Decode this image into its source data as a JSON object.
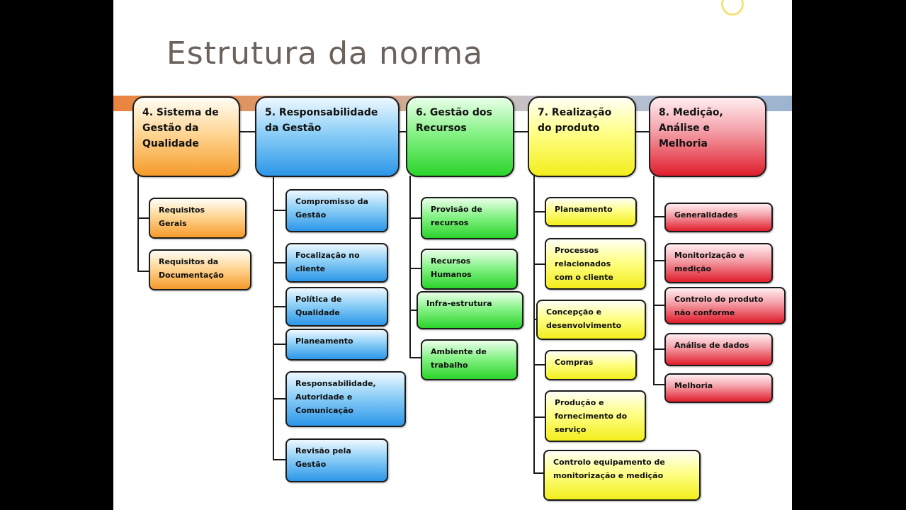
{
  "slide": {
    "title": "Estrutura da norma"
  },
  "columns": [
    {
      "header": "4. Sistema de\nGestão da\nQualidade",
      "items": [
        "Requisitos\nGerais",
        "Requisitos da\nDocumentação"
      ]
    },
    {
      "header": "5. Responsabilidade\nda Gestão",
      "items": [
        "Compromisso da\nGestão",
        "Focalização  no\ncliente",
        "Política de\nQualidade",
        "Planeamento",
        "Responsabilidade,\nAutoridade e\nComunicação",
        "Revisão pela\nGestão"
      ]
    },
    {
      "header": "6. Gestão dos\nRecursos",
      "items": [
        "Provisão de\nrecursos",
        "Recursos\nHumanos",
        "Infra-estrutura",
        "Ambiente de\ntrabalho"
      ]
    },
    {
      "header": "7. Realização\ndo produto",
      "items": [
        "Planeamento",
        "Processos\nrelacionados\ncom o cliente",
        "Concepção e\ndesenvolvimento",
        "Compras",
        "Produção e\nfornecimento do\nserviço",
        "Controlo  equipamento de\nmonitorização e medição"
      ]
    },
    {
      "header": "8. Medição,\nAnálise e\nMelhoria",
      "items": [
        "Generalidades",
        "Monitorização e\nmedição",
        "Controlo do produto\nnão conforme",
        "Análise de dados",
        "Melhoria"
      ]
    }
  ],
  "colors": {
    "orange": "#f59a2a",
    "blue": "#2c96e8",
    "green": "#2bd42b",
    "yellow": "#f2ee1c",
    "red": "#e01d2b",
    "title_text": "#6b625c"
  }
}
